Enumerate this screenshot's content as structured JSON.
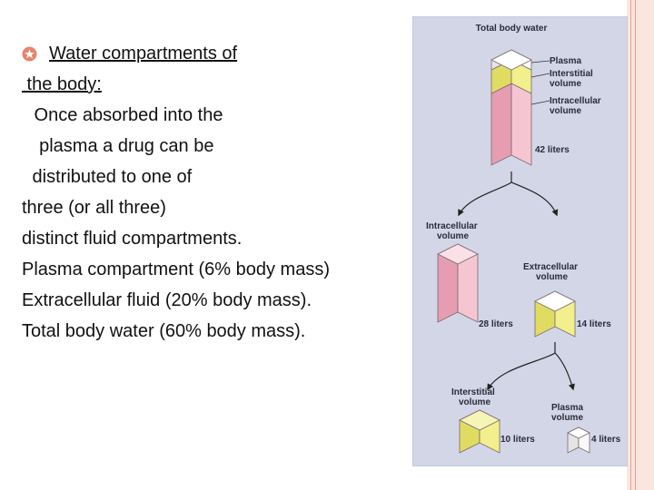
{
  "slide": {
    "heading_line1": "Water compartments of",
    "heading_line2": " the body:",
    "lines": [
      " Once absorbed into the",
      "  plasma a drug can be",
      " distributed to one of",
      "three (or all three)",
      "distinct fluid compartments.",
      "Plasma compartment (6% body mass)",
      "Extracellular fluid (20% body mass).",
      "Total body water (60% body mass)."
    ]
  },
  "figure": {
    "title": "Total body water",
    "labels": {
      "plasma": "Plasma",
      "interstitial_1": "Interstitial",
      "interstitial_2": "volume",
      "intracellular_1": "Intracellular",
      "intracellular_2": "volume",
      "total_liters": "42 liters",
      "left_branch_1": "Intracellular",
      "left_branch_2": "volume",
      "right_branch_1": "Extracellular",
      "right_branch_2": "volume",
      "intracellular_liters": "28 liters",
      "extracellular_liters": "14 liters",
      "interstitial_branch_1": "Interstitial",
      "interstitial_branch_2": "volume",
      "plasma_branch_1": "Plasma",
      "plasma_branch_2": "volume",
      "interstitial_liters": "10 liters",
      "plasma_liters": "4 liters"
    }
  },
  "colors": {
    "intracellular": "#f5c6d2",
    "interstitial": "#f2ef8c",
    "plasma": "#f8f8f8",
    "bullet": "#e8826a",
    "border": "#fbe6df"
  }
}
